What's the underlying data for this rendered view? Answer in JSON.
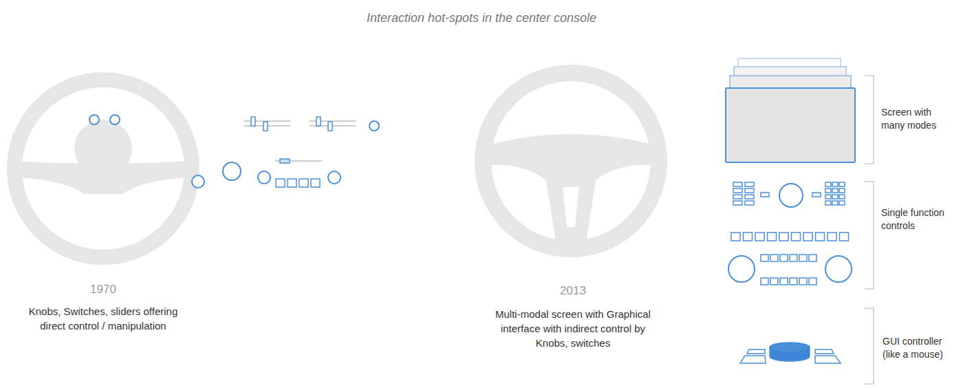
{
  "diagram": {
    "title": "Interaction hot-spots in the center console",
    "labels": [
      "1970",
      "Knobs, Switches, sliders offering direct control / manipulation",
      "2013",
      "Multi-modal screen with Graphical interface with indirect control by Knobs, switches",
      "Screen with many modes",
      "Single function controls",
      "GUI controller (like a mouse)"
    ]
  }
}
